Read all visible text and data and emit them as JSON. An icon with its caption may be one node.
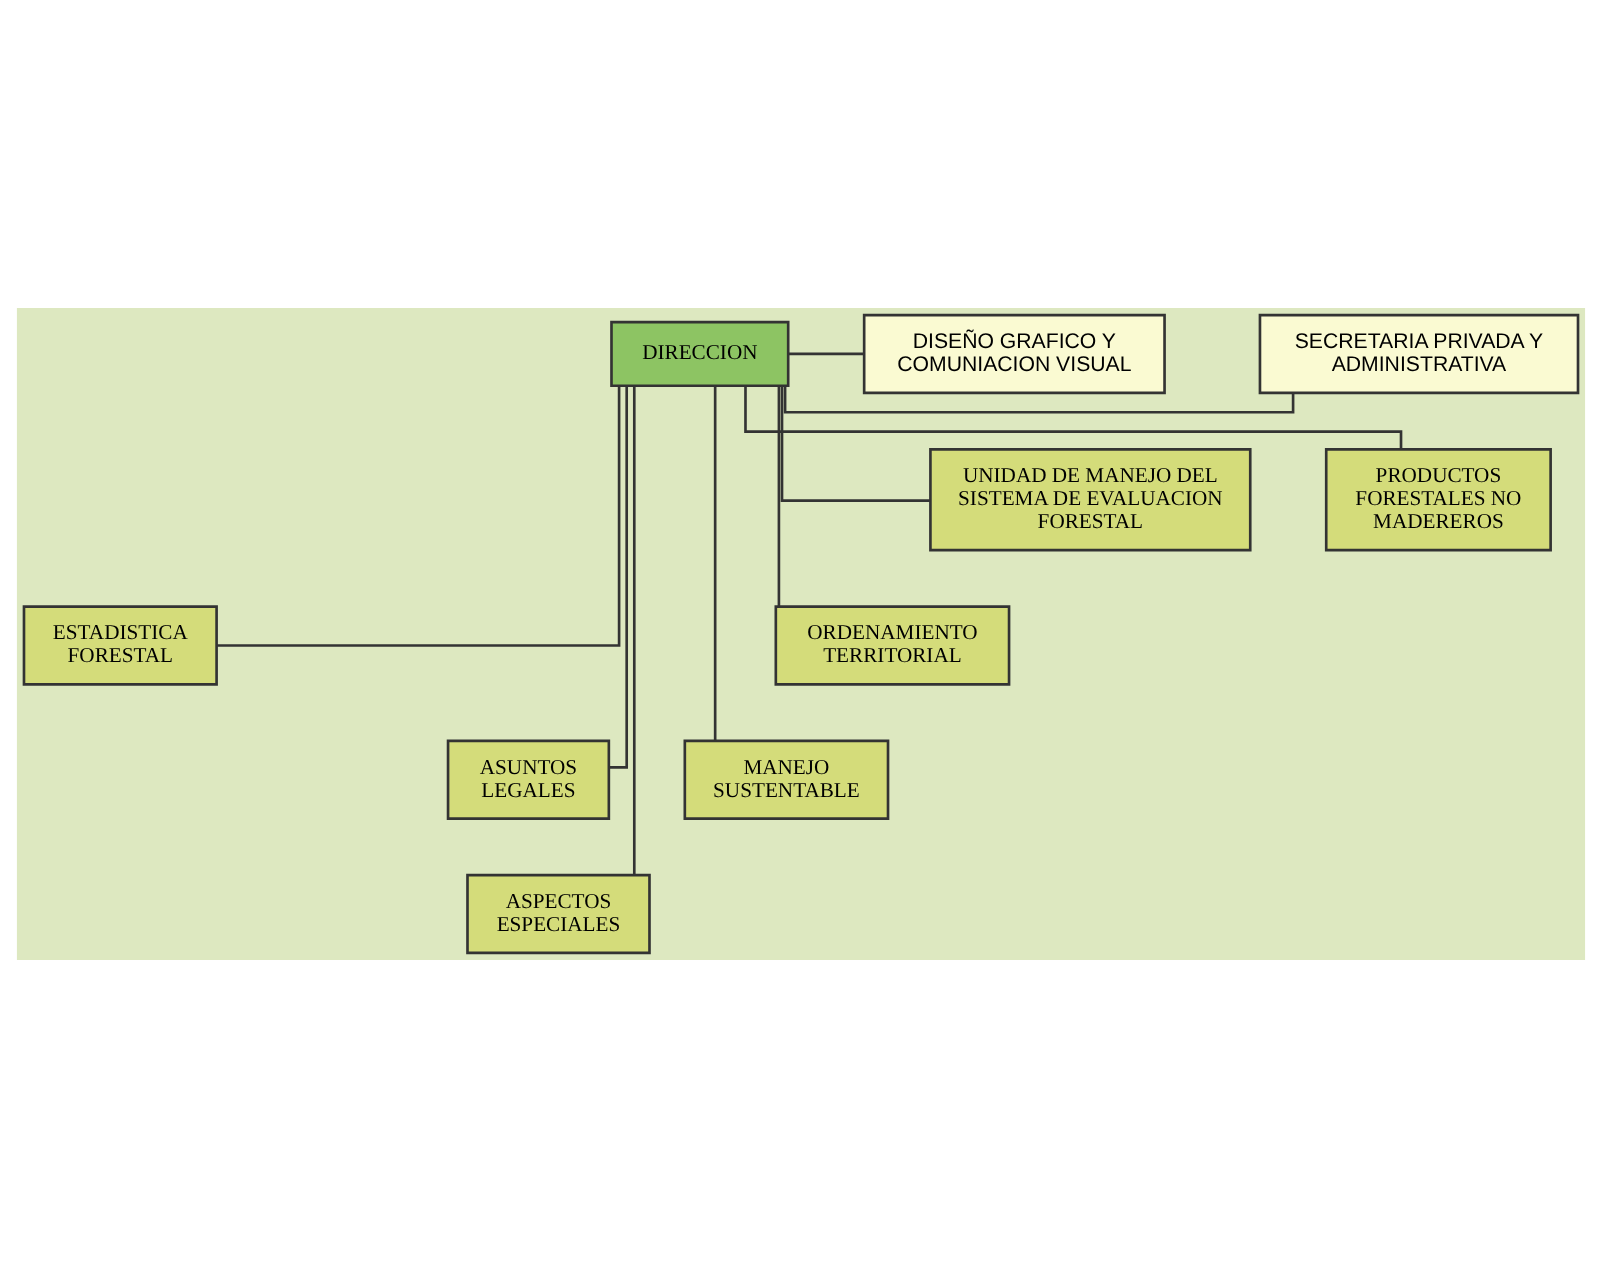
{
  "diagram": {
    "nodes": [
      {
        "text": [
          "DIRECCION"
        ]
      },
      {
        "text": [
          "SECRETARIA PRIVADA Y ADMINISTRATIVA"
        ]
      },
      {
        "text": [
          "DISEÑO GRAFICO Y COMUNIACION VISUAL"
        ]
      },
      {
        "text": [
          "PRODUCTOS FORESTALES NO MADEREROS"
        ]
      },
      {
        "text": [
          "UNIDAD DE MANEJO DEL SISTEMA DE EVALUACION FORESTAL"
        ]
      },
      {
        "text": [
          "ORDENAMIENTO TERRITORIAL"
        ]
      },
      {
        "text": [
          "ESTADISTICA FORESTAL"
        ]
      },
      {
        "text": [
          "MANEJO SUSTENTABLE"
        ]
      },
      {
        "text": [
          "ASUNTOS LEGALES"
        ]
      },
      {
        "text": [
          "ASPECTOS ESPECIALES"
        ]
      }
    ],
    "edges": [
      {
        "from": 0,
        "to": 1,
        "arrow": "none"
      },
      {
        "from": 0,
        "to": 2,
        "arrow": "none"
      },
      {
        "from": 0,
        "to": 3,
        "arrow": "none"
      },
      {
        "from": 0,
        "to": 4,
        "arrow": "none"
      },
      {
        "from": 0,
        "to": 5,
        "arrow": "none"
      },
      {
        "from": 0,
        "to": 6,
        "arrow": "none"
      },
      {
        "from": 0,
        "to": 7,
        "arrow": "none"
      },
      {
        "from": 0,
        "to": 8,
        "arrow": "none"
      },
      {
        "from": 0,
        "to": 9,
        "arrow": "none"
      }
    ]
  }
}
